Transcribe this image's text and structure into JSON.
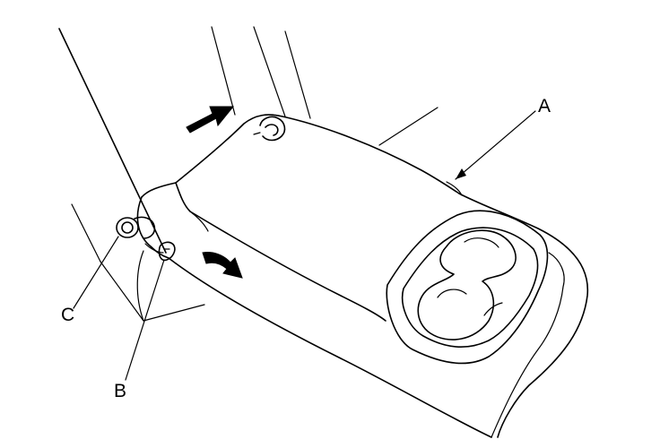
{
  "diagram": {
    "callouts": {
      "a": "A",
      "b": "B",
      "c": "C"
    },
    "background": "#ffffff",
    "line_color": "#000000"
  }
}
